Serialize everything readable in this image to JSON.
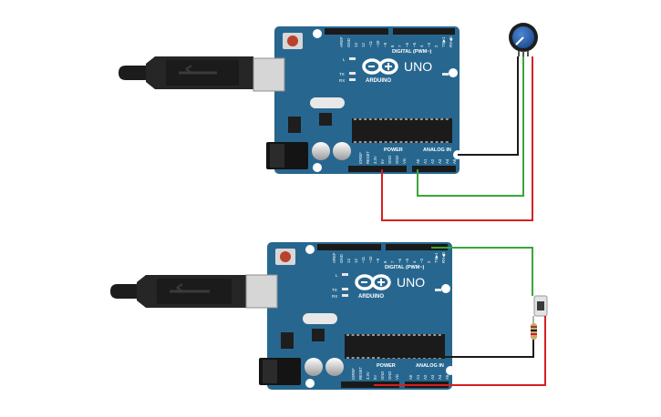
{
  "boards": [
    {
      "digital_label": "DIGITAL (PWM~)",
      "model": "UNO",
      "brand": "ARDUINO",
      "power_label": "POWER",
      "analog_label": "ANALOG IN",
      "led_l": "L",
      "led_tx": "TX",
      "led_rx": "RX",
      "led_on": "ON",
      "top_pins": [
        "AREF",
        "GND",
        "13",
        "12",
        "~11",
        "~10",
        "~9",
        "8",
        "7",
        "~6",
        "~5",
        "4",
        "~3",
        "2",
        "TX▶1",
        "RX◀0"
      ],
      "power_pins": [
        "IOREF",
        "RESET",
        "3.3V",
        "5V",
        "GND",
        "GND",
        "Vin"
      ],
      "analog_pins": [
        "A0",
        "A1",
        "A2",
        "A3",
        "A4",
        "A5"
      ]
    },
    {
      "digital_label": "DIGITAL (PWM~)",
      "model": "UNO",
      "brand": "ARDUINO",
      "power_label": "POWER",
      "analog_label": "ANALOG IN",
      "led_l": "L",
      "led_tx": "TX",
      "led_rx": "RX",
      "led_on": "ON",
      "top_pins": [
        "AREF",
        "GND",
        "13",
        "12",
        "~11",
        "~10",
        "~9",
        "8",
        "7",
        "~6",
        "~5",
        "4",
        "~3",
        "2",
        "TX▶1",
        "RX◀0"
      ],
      "power_pins": [
        "IOREF",
        "RESET",
        "3.3V",
        "5V",
        "GND",
        "GND",
        "Vin"
      ],
      "analog_pins": [
        "A0",
        "A1",
        "A2",
        "A3",
        "A4",
        "A5"
      ]
    }
  ],
  "components": {
    "potentiometer": "potentiometer-icon",
    "pushbutton": "pushbutton-icon",
    "resistor": "resistor-icon",
    "usb_cable": "usb-cable-icon"
  },
  "colors": {
    "board": "#27678f",
    "wire_black": "#1a1a1a",
    "wire_red": "#d62020",
    "wire_green": "#3aa63a",
    "pot_knob": "#2a5ea8"
  }
}
